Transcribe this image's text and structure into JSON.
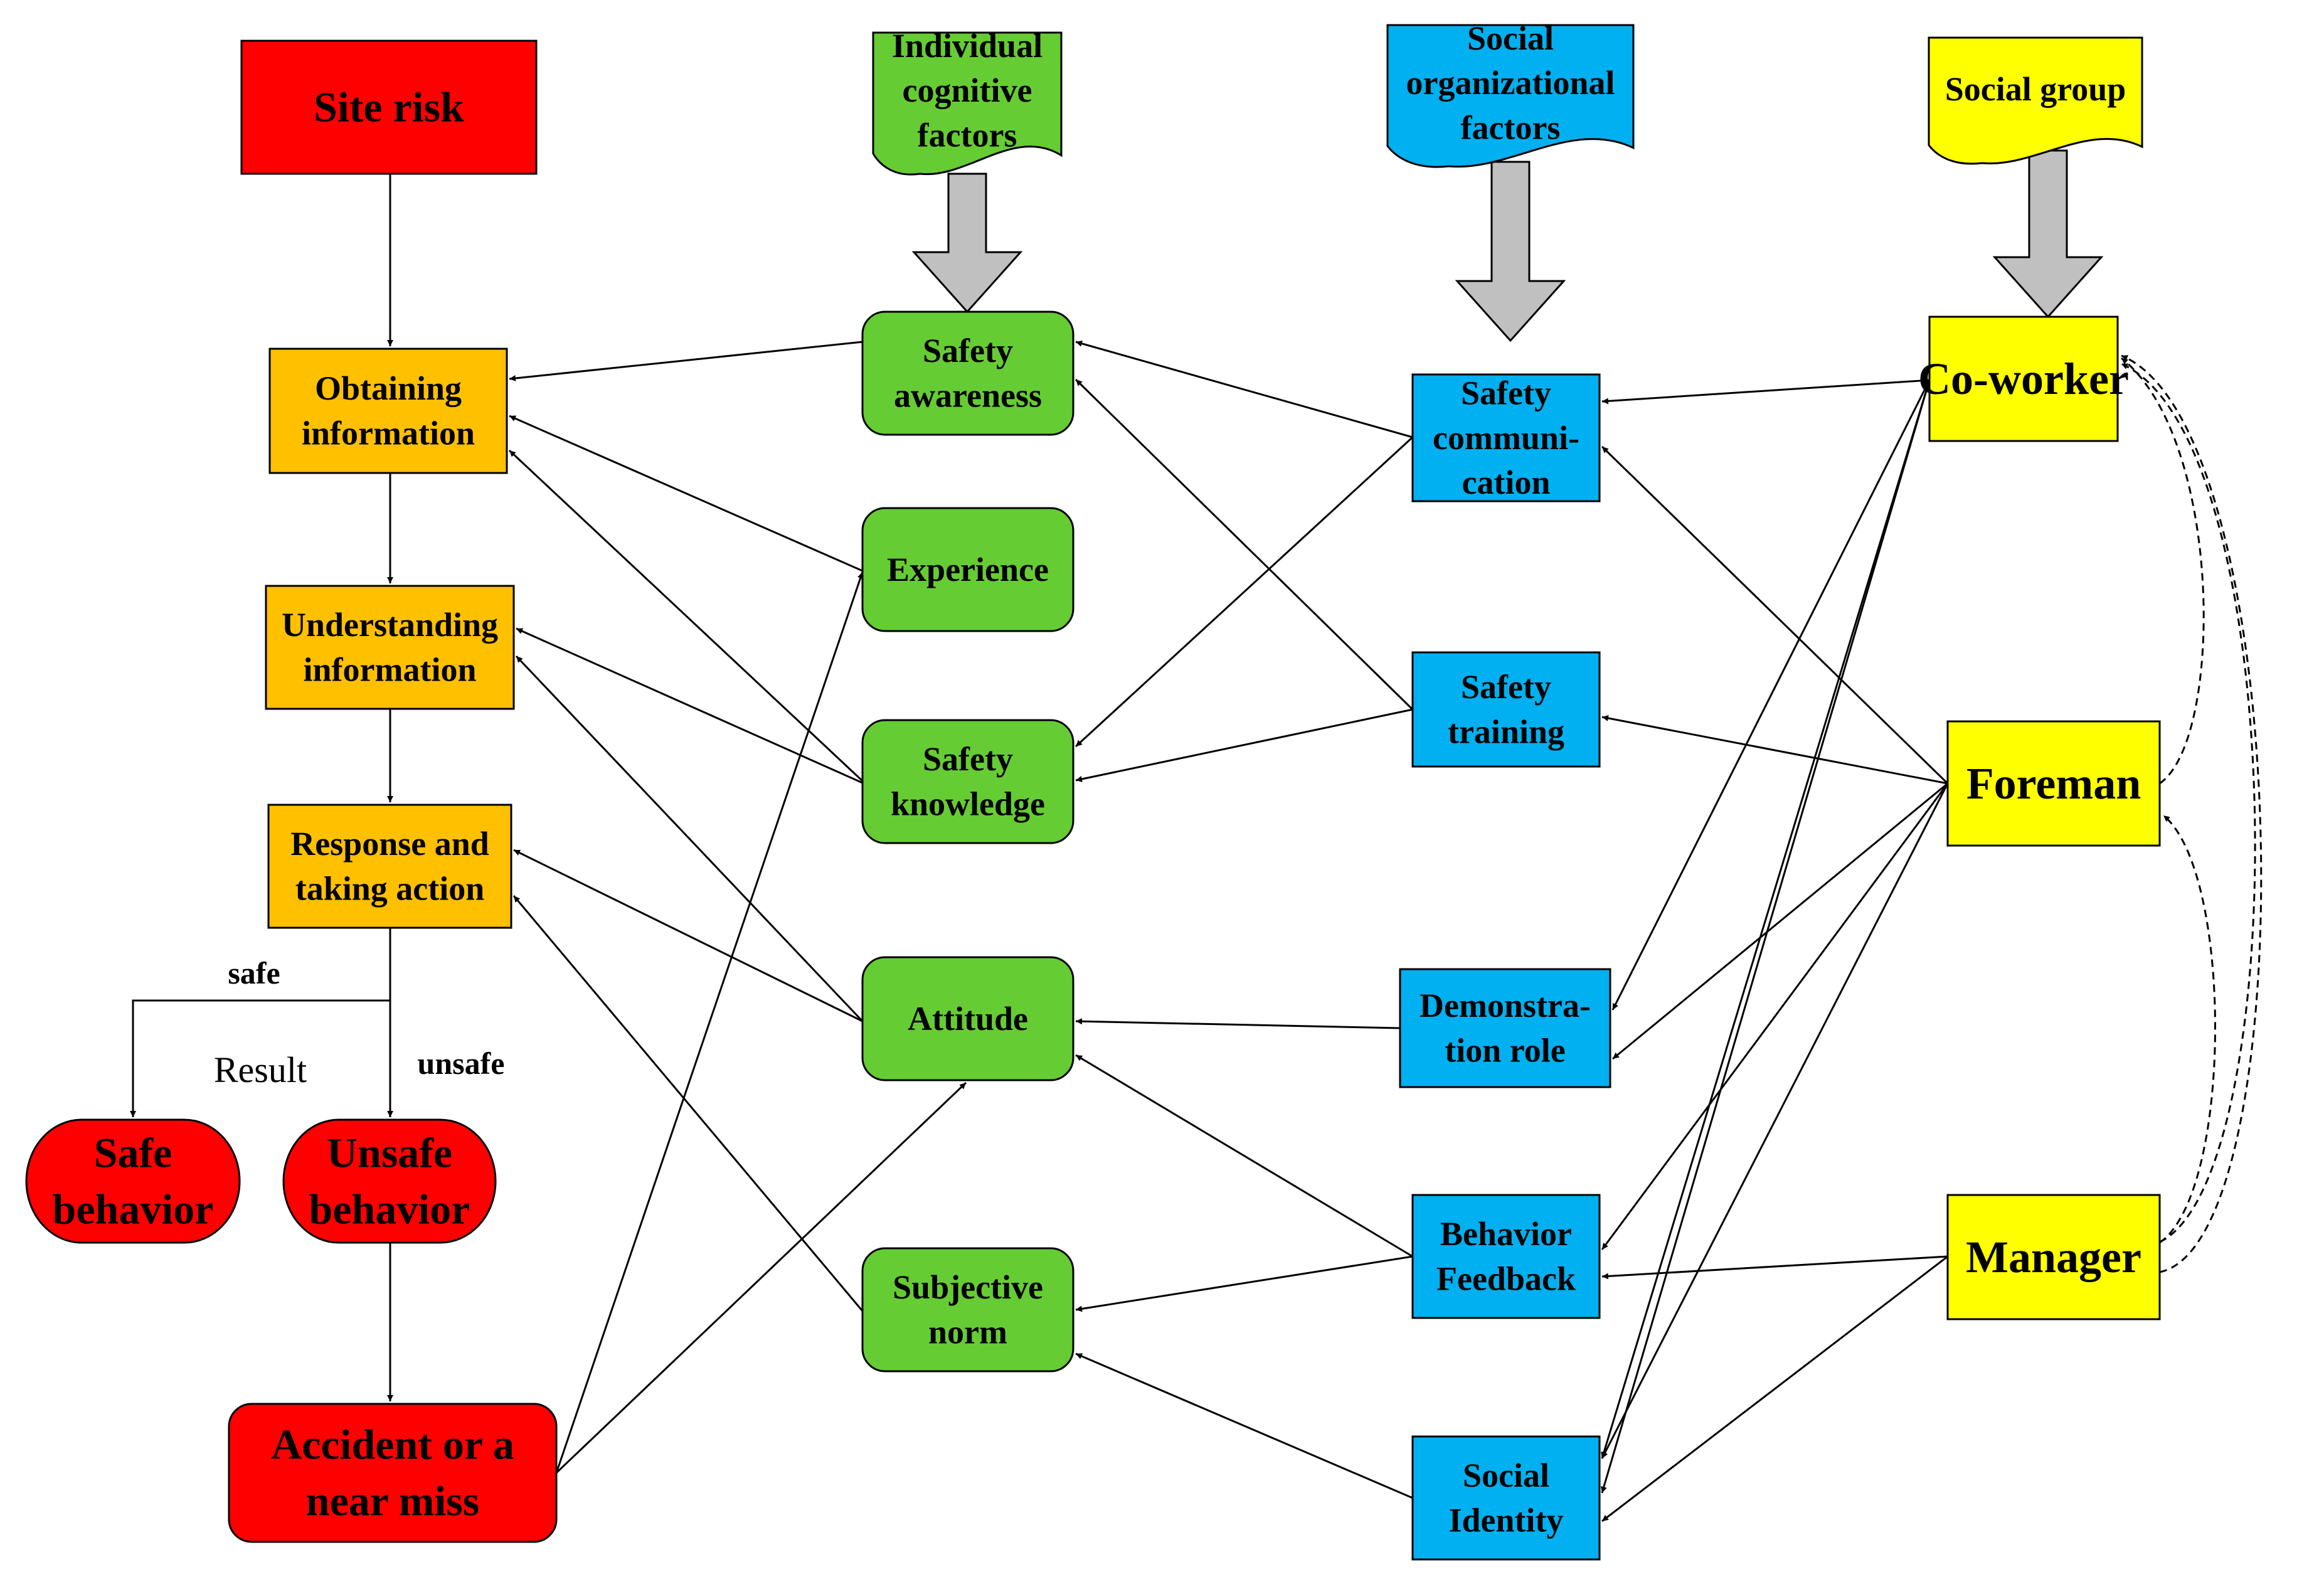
{
  "colors": {
    "red": "#ff0000",
    "orange": "#ffc000",
    "green": "#66cc33",
    "blue": "#00b0f0",
    "yellow": "#ffff00",
    "gray_arrow": "#c0c0c0"
  },
  "nodes": {
    "site_risk": [
      "Site risk"
    ],
    "obtaining": [
      "Obtaining",
      "information"
    ],
    "understanding": [
      "Understanding",
      "information"
    ],
    "response": [
      "Response and",
      "taking action"
    ],
    "safe_behavior": [
      "Safe",
      "behavior"
    ],
    "unsafe_behavior": [
      "Unsafe",
      "behavior"
    ],
    "accident": [
      "Accident or a",
      "near miss"
    ],
    "individual_factors": [
      "Individual",
      "cognitive",
      "factors"
    ],
    "social_org_factors": [
      "Social",
      "organizational",
      "factors"
    ],
    "social_group": [
      "Social group"
    ],
    "safety_awareness": [
      "Safety",
      "awareness"
    ],
    "experience": [
      "Experience"
    ],
    "safety_knowledge": [
      "Safety",
      "knowledge"
    ],
    "attitude": [
      "Attitude"
    ],
    "subjective_norm": [
      "Subjective",
      "norm"
    ],
    "safety_communication": [
      "Safety",
      "communi-",
      "cation"
    ],
    "safety_training": [
      "Safety",
      "training"
    ],
    "demonstration_role": [
      "Demonstra-",
      "tion role"
    ],
    "behavior_feedback": [
      "Behavior",
      "Feedback"
    ],
    "social_identity": [
      "Social",
      "Identity"
    ],
    "coworker": [
      "Co-worker"
    ],
    "foreman": [
      "Foreman"
    ],
    "manager": [
      "Manager"
    ]
  },
  "branch_labels": {
    "safe": "safe",
    "unsafe": "unsafe",
    "result": "Result"
  }
}
